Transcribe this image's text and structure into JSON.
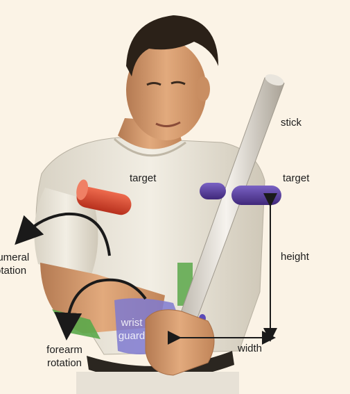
{
  "labels": {
    "stick": "stick",
    "target_left": "target",
    "target_right": "target",
    "height": "height",
    "width": "width",
    "humeral_line1": "humeral",
    "humeral_line2": "rotation",
    "forearm_line1": "forearm",
    "forearm_line2": "rotation",
    "wrist_line1": "wrist",
    "wrist_line2": "guard"
  },
  "colors": {
    "background": "#fbf3e6",
    "target_left": "#d8402a",
    "target_right": "#5a3fa0",
    "wrist_guard": "#7f7ad0",
    "green_marker": "#5aa84a",
    "arrow": "#1a1a1a"
  },
  "icons": {
    "humeral_arrow": "curved-arrow-icon",
    "forearm_arrow": "curved-arrow-icon"
  }
}
